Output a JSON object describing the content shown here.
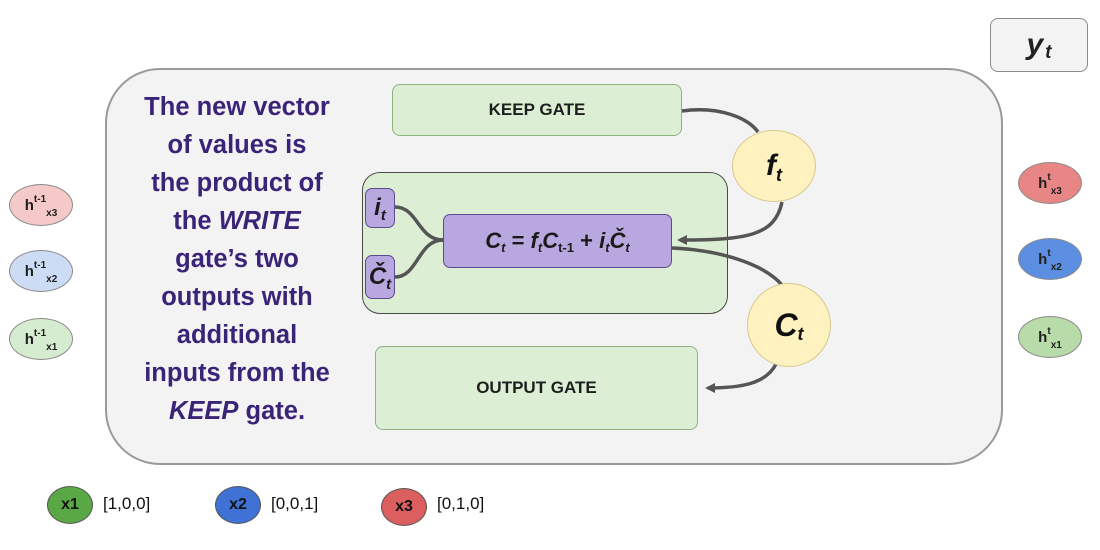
{
  "output_label": {
    "base": "y",
    "sub": "t"
  },
  "description": [
    "The new vector",
    "of values is",
    "the product of",
    "the WRITE",
    "gate’s two",
    "outputs with",
    "additional",
    "inputs from the",
    "KEEP gate."
  ],
  "description_parts": {
    "line4": {
      "pre": "the ",
      "em": "WRITE",
      "post": ""
    },
    "line9": {
      "pre": "",
      "em": "KEEP",
      "post": " gate."
    }
  },
  "keep_gate": "KEEP GATE",
  "output_gate": "OUTPUT GATE",
  "write_inputs": {
    "i": {
      "base": "i",
      "sub": "t"
    },
    "c": {
      "base": "Č",
      "sub": "t"
    }
  },
  "formula": {
    "c": "C",
    "c_sub": "t",
    "eq": " = ",
    "f": "f",
    "f_sub": "t",
    "c2": "C",
    "c2_sub": "t-1",
    "plus": " + ",
    "i": "i",
    "i_sub": "t",
    "cc": "Č",
    "cc_sub": "t"
  },
  "forget_circle": {
    "base": "f",
    "sub": "t"
  },
  "cell_circle": {
    "base": "C",
    "sub": "t"
  },
  "prev_hidden": [
    {
      "h": "h",
      "sup": "t-1",
      "sub": "x3",
      "color": "#f6c9c9"
    },
    {
      "h": "h",
      "sup": "t-1",
      "sub": "x2",
      "color": "#cddcf5"
    },
    {
      "h": "h",
      "sup": "t-1",
      "sub": "x1",
      "color": "#d6ecd0"
    }
  ],
  "curr_hidden": [
    {
      "h": "h",
      "sup": "t",
      "sub": "x3",
      "color": "#e88686"
    },
    {
      "h": "h",
      "sup": "t",
      "sub": "x2",
      "color": "#5c8fe2"
    },
    {
      "h": "h",
      "sup": "t",
      "sub": "x1",
      "color": "#b7dba9"
    }
  ],
  "legend": [
    {
      "label": "x1",
      "value": "[1,0,0]",
      "color": "#5aa845"
    },
    {
      "label": "x2",
      "value": "[0,0,1]",
      "color": "#3f72d4"
    },
    {
      "label": "x3",
      "value": "[0,1,0]",
      "color": "#dc5f5f"
    }
  ]
}
